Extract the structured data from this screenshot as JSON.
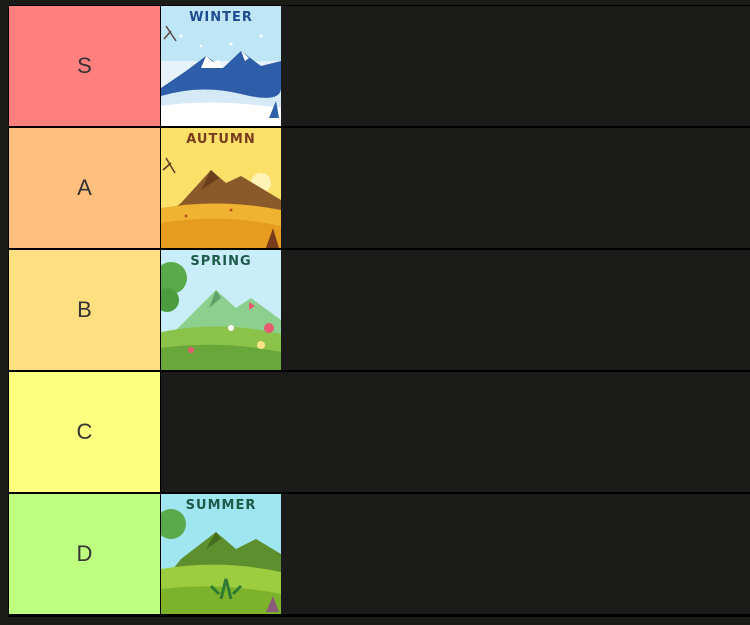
{
  "tiers": [
    {
      "label": "S",
      "color": "#ff7f7f",
      "cards": [
        {
          "title": "WINTER",
          "scene": "winter"
        }
      ]
    },
    {
      "label": "A",
      "color": "#ffbf7f",
      "cards": [
        {
          "title": "AUTUMN",
          "scene": "autumn"
        }
      ]
    },
    {
      "label": "B",
      "color": "#ffdf7f",
      "cards": [
        {
          "title": "SPRING",
          "scene": "spring"
        }
      ]
    },
    {
      "label": "C",
      "color": "#ffff7f",
      "cards": []
    },
    {
      "label": "D",
      "color": "#bfff7f",
      "cards": [
        {
          "title": "SUMMER",
          "scene": "summer"
        }
      ]
    }
  ]
}
